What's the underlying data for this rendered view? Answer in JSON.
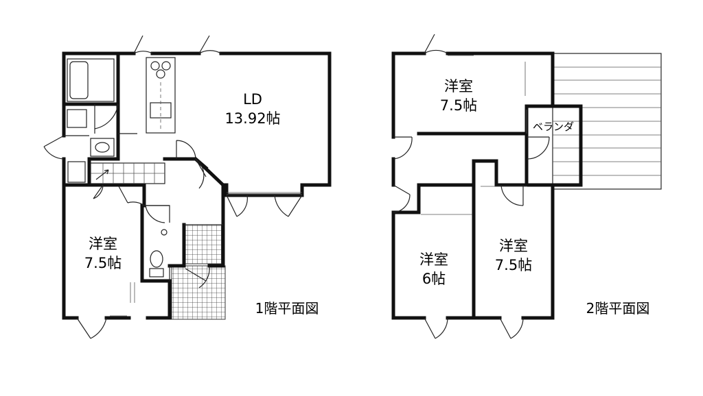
{
  "floor1": {
    "caption": "1階平面図",
    "ld": {
      "name": "LD",
      "size": "13.92帖"
    },
    "bedroom": {
      "name": "洋室",
      "size": "7.5帖"
    }
  },
  "floor2": {
    "caption": "2階平面図",
    "room_top": {
      "name": "洋室",
      "size": "7.5帖"
    },
    "room_left": {
      "name": "洋室",
      "size": "6帖"
    },
    "room_right": {
      "name": "洋室",
      "size": "7.5帖"
    },
    "balcony": "ベランダ"
  }
}
